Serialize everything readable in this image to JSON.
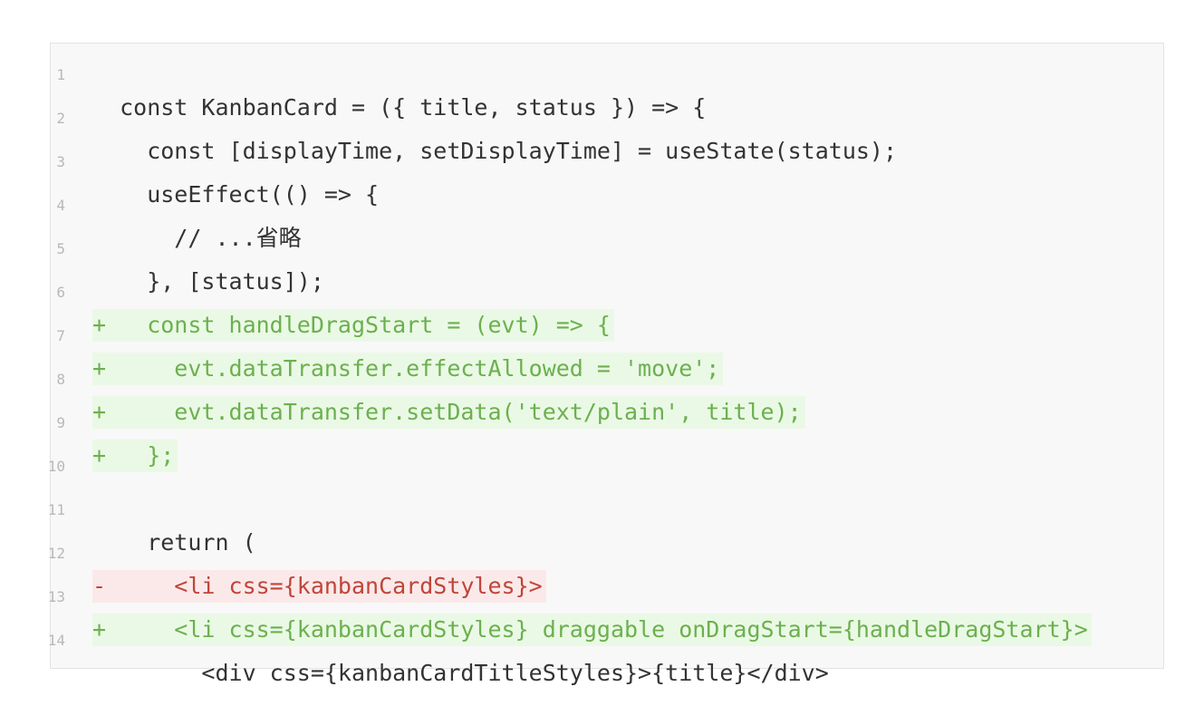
{
  "code": {
    "lines": [
      {
        "n": "1",
        "type": "normal",
        "text": "  const KanbanCard = ({ title, status }) => {"
      },
      {
        "n": "2",
        "type": "normal",
        "text": "    const [displayTime, setDisplayTime] = useState(status);"
      },
      {
        "n": "3",
        "type": "normal",
        "text": "    useEffect(() => {"
      },
      {
        "n": "4",
        "type": "normal",
        "text": "      // ...省略"
      },
      {
        "n": "5",
        "type": "normal",
        "text": "    }, [status]);"
      },
      {
        "n": "6",
        "type": "added",
        "text": "+   const handleDragStart = (evt) => {"
      },
      {
        "n": "7",
        "type": "added",
        "text": "+     evt.dataTransfer.effectAllowed = 'move';"
      },
      {
        "n": "8",
        "type": "added",
        "text": "+     evt.dataTransfer.setData('text/plain', title);"
      },
      {
        "n": "9",
        "type": "added",
        "text": "+   };"
      },
      {
        "n": "10",
        "type": "normal",
        "text": ""
      },
      {
        "n": "11",
        "type": "normal",
        "text": "    return ("
      },
      {
        "n": "12",
        "type": "removed",
        "text": "-     <li css={kanbanCardStyles}>"
      },
      {
        "n": "13",
        "type": "added",
        "text": "+     <li css={kanbanCardStyles} draggable onDragStart={handleDragStart}>"
      },
      {
        "n": "14",
        "type": "normal",
        "text": "        <div css={kanbanCardTitleStyles}>{title}</div>"
      }
    ]
  },
  "colors": {
    "added_bg": "#eaf9e5",
    "added_text": "#6cb04f",
    "removed_bg": "#fbe9e9",
    "removed_text": "#c0453a",
    "line_number": "#b8b8b8"
  }
}
